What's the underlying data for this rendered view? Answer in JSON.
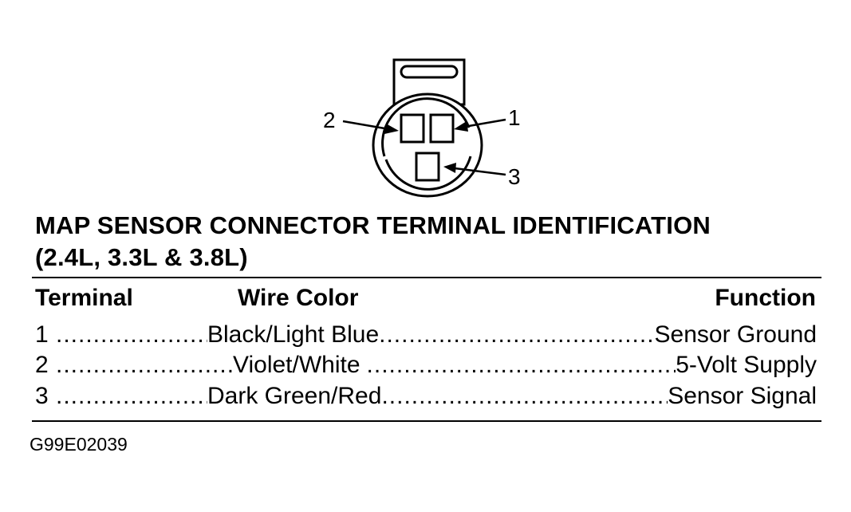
{
  "diagram": {
    "pin_labels": [
      "2",
      "1",
      "3"
    ]
  },
  "title": {
    "line1": "MAP SENSOR CONNECTOR TERMINAL IDENTIFICATION",
    "line2": "(2.4L, 3.3L & 3.8L)"
  },
  "table": {
    "headers": {
      "terminal": "Terminal",
      "wire_color": "Wire Color",
      "function": "Function"
    },
    "rows": [
      {
        "terminal": "1",
        "wire_color": "Black/Light Blue",
        "function": "Sensor Ground"
      },
      {
        "terminal": "2",
        "wire_color": "Violet/White",
        "function": "5-Volt Supply"
      },
      {
        "terminal": "3",
        "wire_color": "Dark Green/Red",
        "function": "Sensor Signal"
      }
    ]
  },
  "figure_code": "G99E02039"
}
